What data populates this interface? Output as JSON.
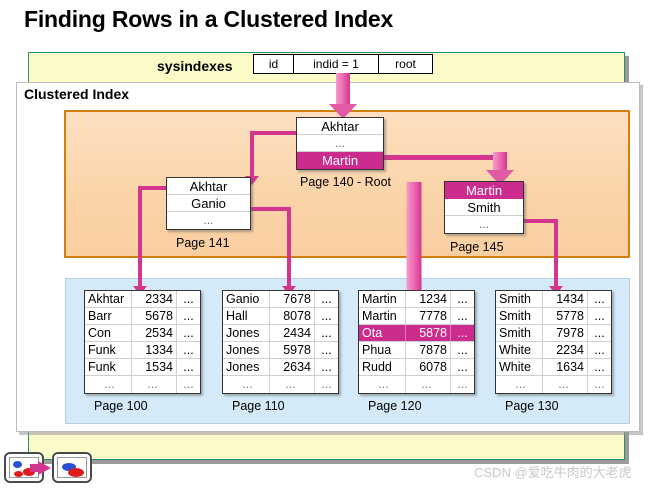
{
  "title": "Finding Rows in a Clustered Index",
  "sysindexes": {
    "label": "sysindexes",
    "columns": [
      "id",
      "indid = 1",
      "root"
    ]
  },
  "clustered_index": {
    "label": "Clustered Index"
  },
  "index_nodes": [
    {
      "id": "root",
      "page_label": "Page 140 - Root",
      "rows": [
        {
          "text": "Akhtar",
          "highlight": false
        },
        {
          "text": "...",
          "highlight": false
        },
        {
          "text": "Martin",
          "highlight": true
        }
      ]
    },
    {
      "id": "page141",
      "page_label": "Page 141",
      "rows": [
        {
          "text": "Akhtar",
          "highlight": false
        },
        {
          "text": "Ganio",
          "highlight": false
        },
        {
          "text": "...",
          "highlight": false
        }
      ]
    },
    {
      "id": "page145",
      "page_label": "Page 145",
      "rows": [
        {
          "text": "Martin",
          "highlight": true
        },
        {
          "text": "Smith",
          "highlight": false
        },
        {
          "text": "...",
          "highlight": false
        }
      ]
    }
  ],
  "data_pages": [
    {
      "id": "page100",
      "page_label": "Page 100",
      "rows": [
        {
          "name": "Akhtar",
          "value": "2334",
          "more": "...",
          "highlight": false
        },
        {
          "name": "Barr",
          "value": "5678",
          "more": "...",
          "highlight": false
        },
        {
          "name": "Con",
          "value": "2534",
          "more": "...",
          "highlight": false
        },
        {
          "name": "Funk",
          "value": "1334",
          "more": "...",
          "highlight": false
        },
        {
          "name": "Funk",
          "value": "1534",
          "more": "...",
          "highlight": false
        },
        {
          "name": "...",
          "value": "...",
          "more": "...",
          "highlight": false
        }
      ]
    },
    {
      "id": "page110",
      "page_label": "Page 110",
      "rows": [
        {
          "name": "Ganio",
          "value": "7678",
          "more": "...",
          "highlight": false
        },
        {
          "name": "Hall",
          "value": "8078",
          "more": "...",
          "highlight": false
        },
        {
          "name": "Jones",
          "value": "2434",
          "more": "...",
          "highlight": false
        },
        {
          "name": "Jones",
          "value": "5978",
          "more": "...",
          "highlight": false
        },
        {
          "name": "Jones",
          "value": "2634",
          "more": "...",
          "highlight": false
        },
        {
          "name": "...",
          "value": "...",
          "more": "...",
          "highlight": false
        }
      ]
    },
    {
      "id": "page120",
      "page_label": "Page 120",
      "rows": [
        {
          "name": "Martin",
          "value": "1234",
          "more": "...",
          "highlight": false
        },
        {
          "name": "Martin",
          "value": "7778",
          "more": "...",
          "highlight": false
        },
        {
          "name": "Ota",
          "value": "5878",
          "more": "...",
          "highlight": true
        },
        {
          "name": "Phua",
          "value": "7878",
          "more": "...",
          "highlight": false
        },
        {
          "name": "Rudd",
          "value": "6078",
          "more": "...",
          "highlight": false
        },
        {
          "name": "...",
          "value": "...",
          "more": "...",
          "highlight": false
        }
      ]
    },
    {
      "id": "page130",
      "page_label": "Page 130",
      "rows": [
        {
          "name": "Smith",
          "value": "1434",
          "more": "...",
          "highlight": false
        },
        {
          "name": "Smith",
          "value": "5778",
          "more": "...",
          "highlight": false
        },
        {
          "name": "Smith",
          "value": "7978",
          "more": "...",
          "highlight": false
        },
        {
          "name": "White",
          "value": "2234",
          "more": "...",
          "highlight": false
        },
        {
          "name": "White",
          "value": "1634",
          "more": "...",
          "highlight": false
        },
        {
          "name": "...",
          "value": "...",
          "more": "...",
          "highlight": false
        }
      ]
    }
  ],
  "watermark": "CSDN @爱吃牛肉的大老虎",
  "colors": {
    "highlight": "#cc2c8e",
    "connector": "#d4368f",
    "index_panel": "#fbd3a8",
    "data_panel": "#d4eaf8",
    "sysindexes_panel": "#fbfbc8"
  }
}
